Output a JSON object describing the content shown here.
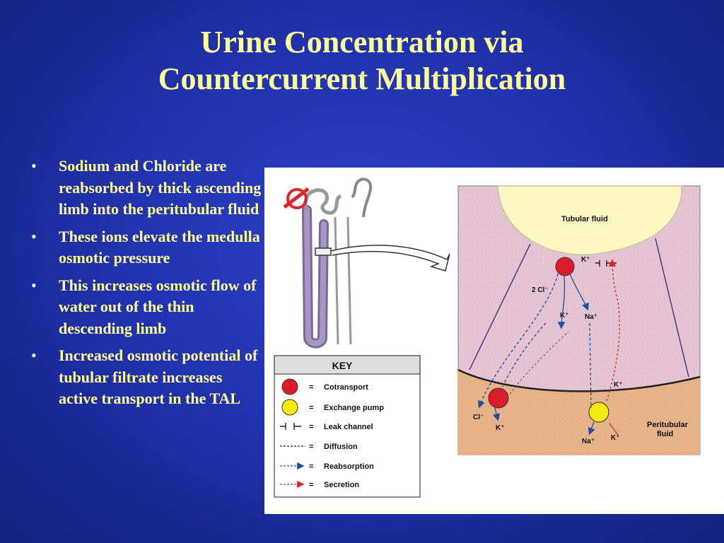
{
  "slide": {
    "title_line1": "Urine Concentration via",
    "title_line2": "Countercurrent Multiplication",
    "bullets": [
      "Sodium and Chloride are reabsorbed by thick ascending limb into the peritubular fluid",
      "These ions elevate the medulla osmotic pressure",
      "This increases osmotic flow of water out of the thin descending limb",
      "Increased osmotic potential of tubular filtrate increases active transport in the TAL"
    ]
  },
  "diagram": {
    "tubular_fluid": "Tubular fluid",
    "peritubular_fluid_1": "Peritubular",
    "peritubular_fluid_2": "fluid",
    "ions": {
      "k_top": "K⁺",
      "cl2": "2 Cl⁻",
      "k_mid": "K⁺",
      "na_mid": "Na⁺",
      "k_right": "K⁺",
      "cl_bottom": "Cl⁻",
      "k_bottom": "K⁺",
      "na_bottom": "Na⁺",
      "k_bottom_right": "K⁺"
    },
    "colors": {
      "cell": "#e5c4d4",
      "interstitium": "#e7b48a",
      "tubular": "#fdf8c3",
      "cotransport": "#dd1c2a",
      "exchange": "#f4ea12",
      "reabsorption": "#1d4fa0",
      "secretion": "#d42a2a"
    }
  },
  "key": {
    "title": "KEY",
    "items": [
      {
        "symbol": "red-circle",
        "label": "Cotransport"
      },
      {
        "symbol": "yellow-circle",
        "label": "Exchange pump"
      },
      {
        "symbol": "leak-channel",
        "label": "Leak channel"
      },
      {
        "symbol": "dashed-line",
        "label": "Diffusion"
      },
      {
        "symbol": "blue-arrow",
        "label": "Reabsorption"
      },
      {
        "symbol": "red-arrow",
        "label": "Secretion"
      }
    ],
    "equals": "="
  }
}
